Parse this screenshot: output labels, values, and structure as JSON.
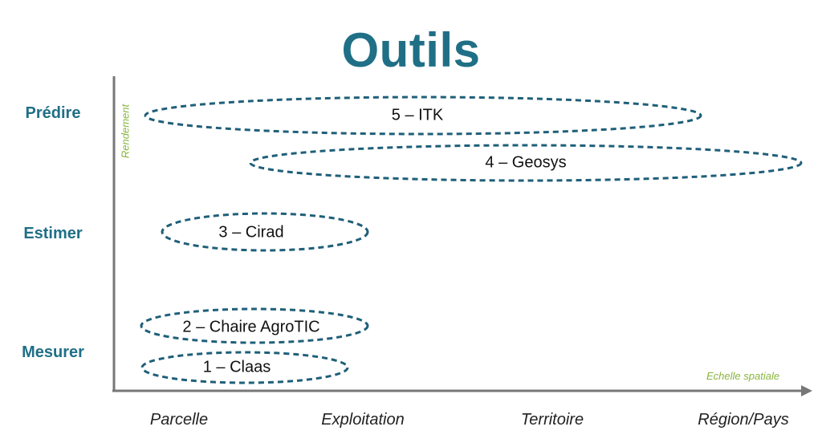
{
  "title": "Outils",
  "levels": [
    "Prédire",
    "Estimer",
    "Mesurer"
  ],
  "y_axis_label": "Rendement",
  "x_axis_label": "Echelle spatiale",
  "x_ticks": [
    "Parcelle",
    "Exploitation",
    "Territoire",
    "Région/Pays"
  ],
  "tools": [
    {
      "label": "5 – ITK"
    },
    {
      "label": "4 – Geosys"
    },
    {
      "label": "3 – Cirad"
    },
    {
      "label": "2 – Chaire AgroTIC"
    },
    {
      "label": "1 – Claas"
    }
  ],
  "colors": {
    "title": "#1f6f86",
    "ellipse_stroke": "#1f5f79",
    "axis_note": "#8ab53f",
    "axis": "#777777"
  }
}
